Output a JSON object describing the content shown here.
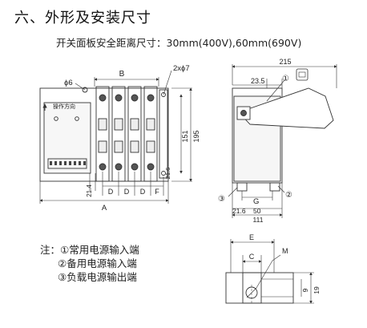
{
  "title": "六、外形及安装尺寸",
  "subtitle": "开关面板安全距离尺寸：30mm(400V),60mm(690V)",
  "front_view": {
    "dims": {
      "b": "B",
      "a": "A",
      "phi6": "ϕ6",
      "two_phi7": "2xϕ7",
      "h151": "151",
      "h195": "195",
      "left21_4": "21.4",
      "right21_6": "21.6",
      "d1": "D",
      "d2": "D",
      "d3": "D",
      "f": "F"
    },
    "operation_label": "操作方向"
  },
  "side_view": {
    "dims": {
      "w215": "215",
      "w23_5": "23.5",
      "callout1": "①",
      "callout2": "②",
      "callout3": "③",
      "g": "G",
      "w21_6": "21.6",
      "w50": "50",
      "w111": "111"
    }
  },
  "detail_view": {
    "dims": {
      "e": "E",
      "c": "C",
      "m": "M",
      "h9": "9",
      "h19": "19"
    }
  },
  "notes": {
    "prefix": "注：",
    "items": [
      "①常用电源输入端",
      "②备用电源输入端",
      "③负载电源输出端"
    ]
  }
}
